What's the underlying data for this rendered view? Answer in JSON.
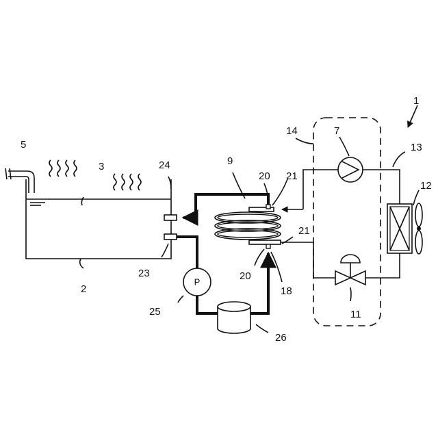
{
  "labels": {
    "system": "1",
    "tank": "2",
    "water": "3",
    "supply_pipe": "5",
    "compressor": "7",
    "coil": "9",
    "expansion_valve": "11",
    "evaporator": "12",
    "refrigerant_pipe": "13",
    "boundary": "14",
    "check_valve_line": "18",
    "sensor_top": "20",
    "sensor_bottom": "20",
    "connector_top": "21",
    "connector_bottom": "21",
    "outlet_port": "23",
    "inlet_port": "24",
    "pump": "25",
    "filter": "26"
  },
  "pump_symbol": "P"
}
